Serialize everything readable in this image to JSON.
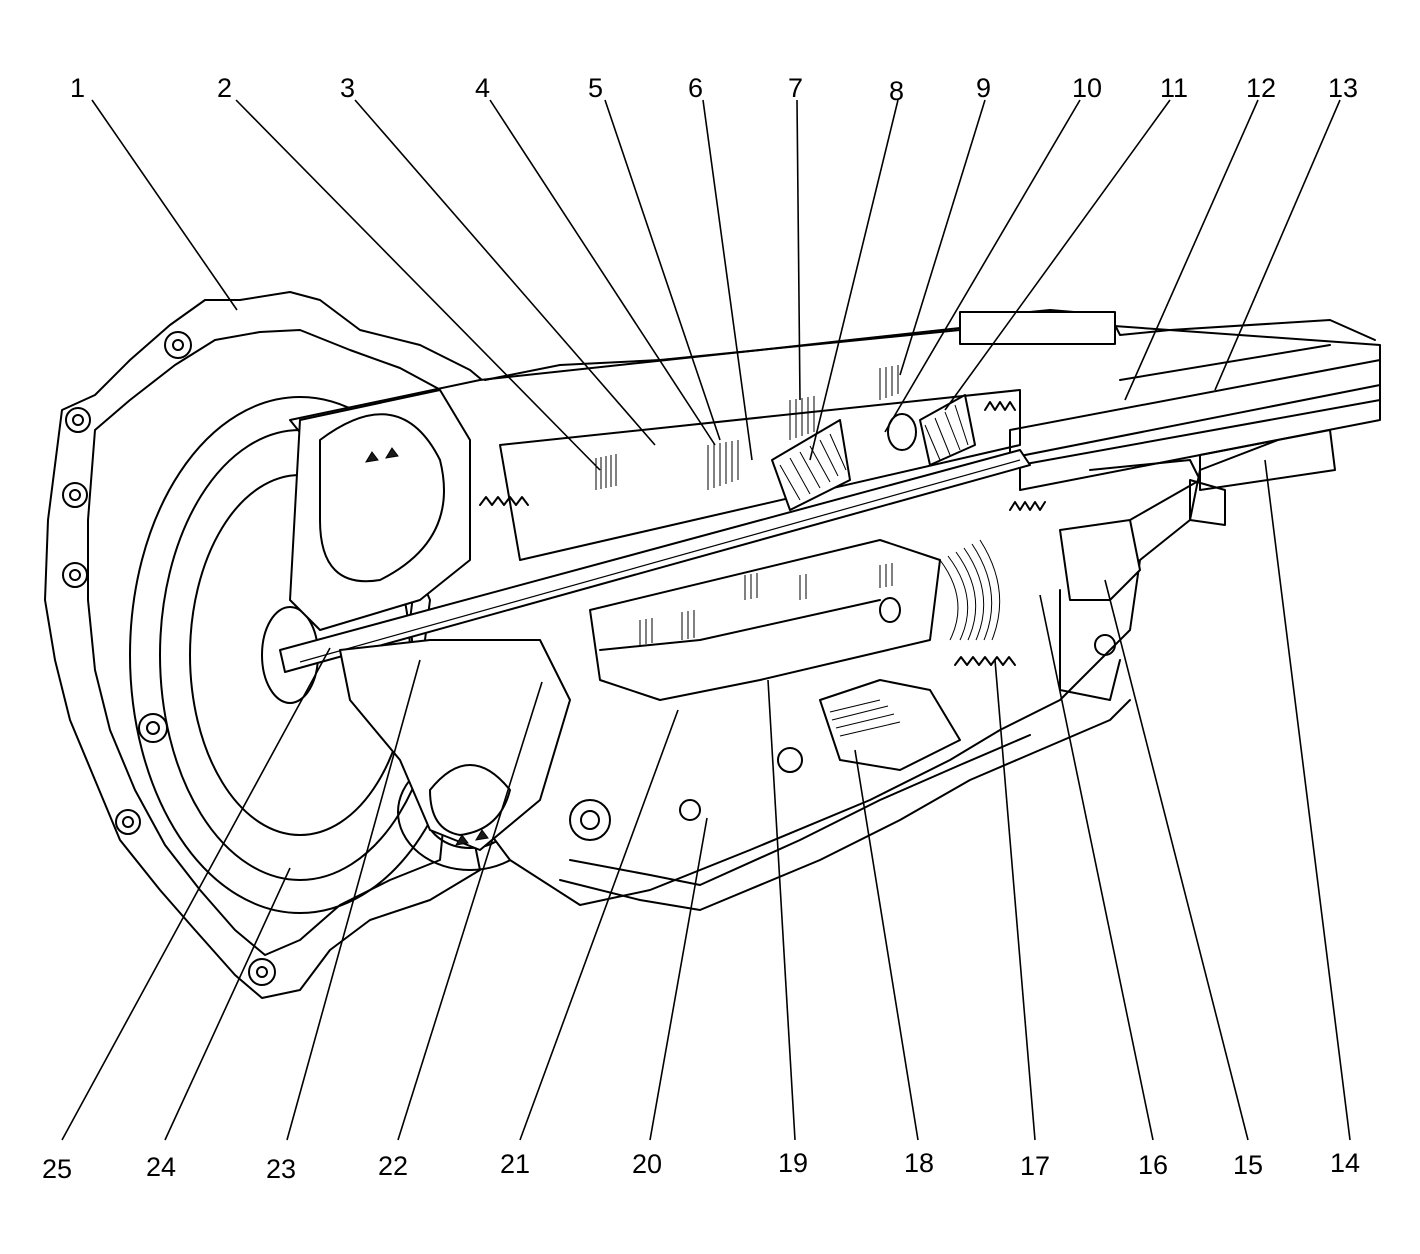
{
  "figure": {
    "callouts": [
      {
        "num": "1"
      },
      {
        "num": "2"
      },
      {
        "num": "3"
      },
      {
        "num": "4"
      },
      {
        "num": "5"
      },
      {
        "num": "6"
      },
      {
        "num": "7"
      },
      {
        "num": "8"
      },
      {
        "num": "9"
      },
      {
        "num": "10"
      },
      {
        "num": "11"
      },
      {
        "num": "12"
      },
      {
        "num": "13"
      },
      {
        "num": "14"
      },
      {
        "num": "15"
      },
      {
        "num": "16"
      },
      {
        "num": "17"
      },
      {
        "num": "18"
      },
      {
        "num": "19"
      },
      {
        "num": "20"
      },
      {
        "num": "21"
      },
      {
        "num": "22"
      },
      {
        "num": "23"
      },
      {
        "num": "24"
      },
      {
        "num": "25"
      }
    ]
  }
}
